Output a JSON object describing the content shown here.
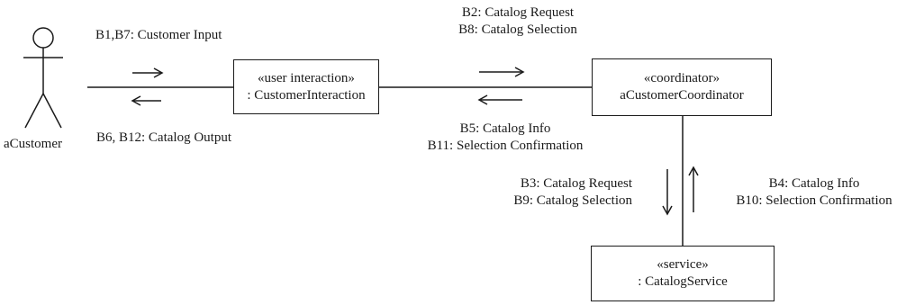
{
  "actor": {
    "name": "aCustomer"
  },
  "objects": {
    "customer_interaction": {
      "stereotype": "«user interaction»",
      "name": ": CustomerInteraction"
    },
    "customer_coordinator": {
      "stereotype": "«coordinator»",
      "name": "aCustomerCoordinator"
    },
    "catalog_service": {
      "stereotype": "«service»",
      "name": ": CatalogService"
    }
  },
  "messages": {
    "actor_to_interaction": [
      "B1,B7: Customer Input"
    ],
    "interaction_to_actor": [
      "B6, B12: Catalog Output"
    ],
    "interaction_to_coordinator": [
      "B2: Catalog Request",
      "B8: Catalog Selection"
    ],
    "coordinator_to_interaction": [
      "B5: Catalog Info",
      "B11: Selection Confirmation"
    ],
    "coordinator_to_service": [
      "B3: Catalog Request",
      "B9: Catalog Selection"
    ],
    "service_to_coordinator": [
      "B4: Catalog Info",
      "B10: Selection Confirmation"
    ]
  }
}
